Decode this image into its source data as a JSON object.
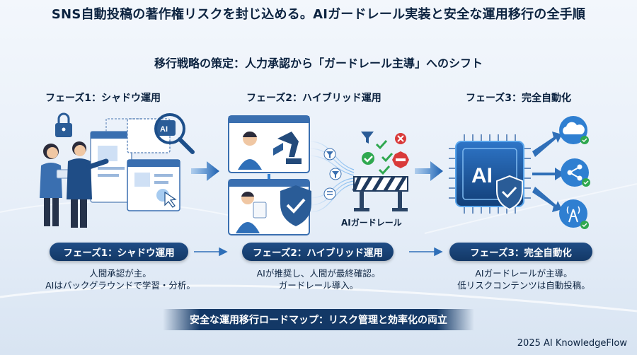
{
  "title": "SNS自動投稿の著作権リスクを封じ込める。AIガードレール実装と安全な運用移行の全手順",
  "subtitle": "移行戦略の策定：人力承認から「ガードレール主導」へのシフト",
  "phases": [
    {
      "heading": "フェーズ1：シャドウ運用",
      "pill": "フェーズ1：シャドウ運用",
      "desc_line1": "人間承認が主。",
      "desc_line2": "AIはバックグラウンドで学習・分析。"
    },
    {
      "heading": "フェーズ2：ハイブリッド運用",
      "pill": "フェーズ2：ハイブリッド運用",
      "desc_line1": "AIが推奨し、人間が最終確認。",
      "desc_line2": "ガードレール導入。"
    },
    {
      "heading": "フェーズ3：完全自動化",
      "pill": "フェーズ3：完全自動化",
      "desc_line1": "AIガードレールが主導。",
      "desc_line2": "低リスクコンテンツは自動投稿。"
    }
  ],
  "chip_label": "AI",
  "guardrail_label": "AIガードレール",
  "banner": "安全な運用移行ロードマップ：リスク管理と効率化の両立",
  "footer": "2025 AI KnowledgeFlow",
  "colors": {
    "navy": "#133866",
    "accent": "#2f7fd1",
    "green": "#2fa84f",
    "red": "#d93a3a"
  }
}
